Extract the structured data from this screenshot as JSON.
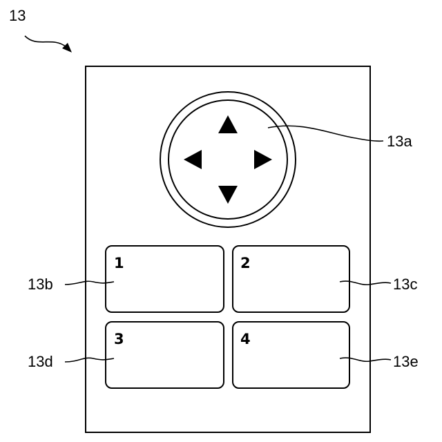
{
  "figure": {
    "device_label": "13",
    "dpad": {
      "label": "13a",
      "up_icon": "arrow-up-icon",
      "down_icon": "arrow-down-icon",
      "left_icon": "arrow-left-icon",
      "right_icon": "arrow-right-icon"
    },
    "keys": [
      {
        "number": "1",
        "label": "13b"
      },
      {
        "number": "2",
        "label": "13c"
      },
      {
        "number": "3",
        "label": "13d"
      },
      {
        "number": "4",
        "label": "13e"
      }
    ]
  }
}
